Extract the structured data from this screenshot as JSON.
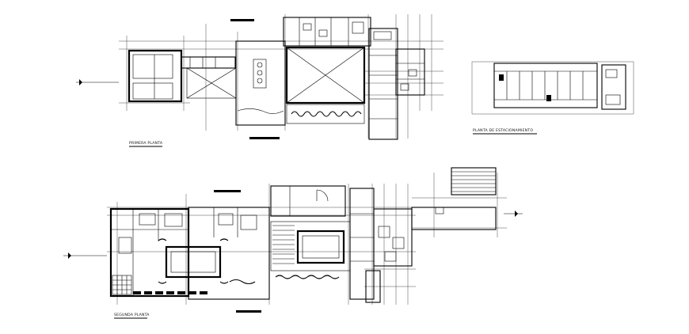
{
  "labels": {
    "plan_first_floor": "PRIMERA PLANTA",
    "plan_parking": "PLANTA DE ESTACIONAMIENTO",
    "plan_second_floor": "SEGUNDA PLANTA"
  },
  "colors": {
    "background": "#ffffff",
    "line": "#000000"
  },
  "icons": {
    "north_arrow": "north-arrow-icon"
  }
}
